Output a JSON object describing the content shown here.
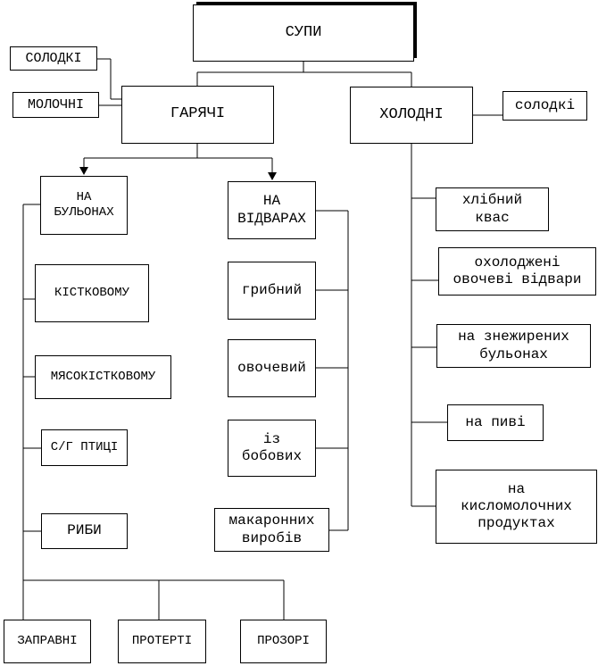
{
  "root": {
    "label": "СУПИ"
  },
  "hot": {
    "label": "ГАРЯЧІ"
  },
  "cold": {
    "label": "ХОЛОДНІ"
  },
  "hot_side": {
    "sweet": "СОЛОДКІ",
    "dairy": "МОЛОЧНІ"
  },
  "cold_side": {
    "sweet": "солодкі"
  },
  "broths": {
    "label": "НА\nБУЛЬОНАХ",
    "items": [
      "КІСТКОВОМУ",
      "МЯСОКІСТКОВОМУ",
      "С/Г ПТИЦІ",
      "РИБИ"
    ]
  },
  "decoctions": {
    "label": "НА\nВІДВАРАХ",
    "items": [
      "грибний",
      "овочевий",
      "із\nбобових",
      "макаронних\nвиробів"
    ]
  },
  "cold_items": [
    "хлібний\nквас",
    "охолоджені\nовочеві відвари",
    "на знежирених\nбульонах",
    "на пиві",
    "на\nкисломолочних\nпродуктах"
  ],
  "bottom": [
    "ЗАПРАВНІ",
    "ПРОТЕРТІ",
    "ПРОЗОРІ"
  ]
}
